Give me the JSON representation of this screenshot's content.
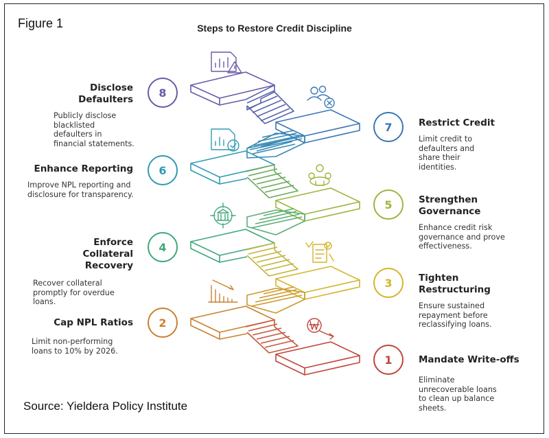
{
  "figure_label": "Figure 1",
  "title": "Steps to Restore Credit Discipline",
  "source": "Source: Yieldera Policy Institute",
  "colors": {
    "1": "#c0453a",
    "2": "#c8802f",
    "3": "#d4b42c",
    "4": "#3fa77a",
    "5": "#9db53c",
    "6": "#2f9bb4",
    "7": "#3a76b5",
    "8": "#6a58a8"
  },
  "steps": [
    {
      "number": "1",
      "title": "Mandate Write-offs",
      "description": "Eliminate unrecoverable loans to clean up balance sheets.",
      "icon": "won-arrow-down-icon"
    },
    {
      "number": "2",
      "title": "Cap NPL Ratios",
      "description": "Limit non-performing loans to 10% by 2026.",
      "icon": "declining-bar-chart-icon"
    },
    {
      "number": "3",
      "title": "Tighten Restructuring",
      "description": "Ensure sustained repayment before reclassifying loans.",
      "icon": "checklist-document-icon"
    },
    {
      "number": "4",
      "title": "Enforce Collateral Recovery",
      "description": "Recover collateral promptly for overdue loans.",
      "icon": "bank-target-icon"
    },
    {
      "number": "5",
      "title": "Strengthen Governance",
      "description": "Enhance credit risk governance and prove effectiveness.",
      "icon": "meeting-table-icon"
    },
    {
      "number": "6",
      "title": "Enhance Reporting",
      "description": "Improve NPL reporting and disclosure for transparency.",
      "icon": "report-check-icon"
    },
    {
      "number": "7",
      "title": "Restrict Credit",
      "description": "Limit credit to defaulters and share their identities.",
      "icon": "users-block-icon"
    },
    {
      "number": "8",
      "title": "Disclose Defaulters",
      "description": "Publicly disclose blacklisted defaulters in financial statements.",
      "icon": "report-warning-icon"
    }
  ]
}
